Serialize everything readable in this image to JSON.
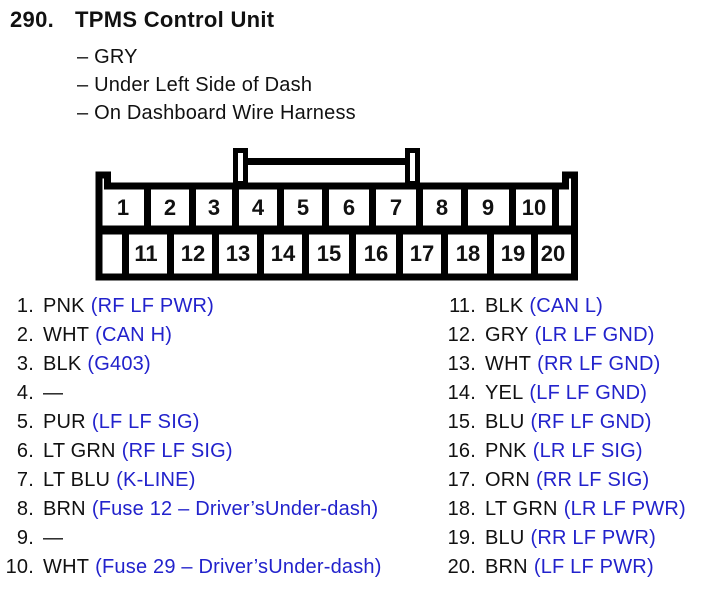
{
  "header": {
    "section_number": "290.",
    "title": "TPMS Control Unit",
    "bullets": [
      "– GRY",
      "– Under Left Side of Dash",
      "– On Dashboard Wire Harness"
    ]
  },
  "connector": {
    "description": "20-pin connector, pins 1-10 top row, 11-20 bottom row",
    "top_row": [
      "1",
      "2",
      "3",
      "4",
      "5",
      "6",
      "7",
      "8",
      "9",
      "10"
    ],
    "bottom_row": [
      "11",
      "12",
      "13",
      "14",
      "15",
      "16",
      "17",
      "18",
      "19",
      "20"
    ]
  },
  "pins": {
    "left": [
      {
        "num": "1.",
        "color": "PNK",
        "signal": "(RF LF PWR)"
      },
      {
        "num": "2.",
        "color": "WHT",
        "signal": "(CAN H)"
      },
      {
        "num": "3.",
        "color": "BLK",
        "signal": "(G403)"
      },
      {
        "num": "4.",
        "color": "—",
        "signal": ""
      },
      {
        "num": "5.",
        "color": "PUR",
        "signal": "(LF LF SIG)"
      },
      {
        "num": "6.",
        "color": "LT GRN",
        "signal": "(RF LF SIG)"
      },
      {
        "num": "7.",
        "color": "LT BLU",
        "signal": "(K-LINE)"
      },
      {
        "num": "8.",
        "color": "BRN",
        "signal": "(Fuse 12 – Driver’sUnder-dash)"
      },
      {
        "num": "9.",
        "color": "—",
        "signal": ""
      },
      {
        "num": "10.",
        "color": "WHT",
        "signal": "(Fuse 29 – Driver’sUnder-dash)"
      }
    ],
    "right": [
      {
        "num": "11.",
        "color": "BLK",
        "signal": "(CAN L)"
      },
      {
        "num": "12.",
        "color": "GRY",
        "signal": "(LR LF GND)"
      },
      {
        "num": "13.",
        "color": "WHT",
        "signal": "(RR LF GND)"
      },
      {
        "num": "14.",
        "color": "YEL",
        "signal": "(LF LF GND)"
      },
      {
        "num": "15.",
        "color": "BLU",
        "signal": "(RF LF GND)"
      },
      {
        "num": "16.",
        "color": "PNK",
        "signal": "(LR LF SIG)"
      },
      {
        "num": "17.",
        "color": "ORN",
        "signal": "(RR LF SIG)"
      },
      {
        "num": "18.",
        "color": "LT GRN",
        "signal": "(LR LF PWR)"
      },
      {
        "num": "19.",
        "color": "BLU",
        "signal": "(RR LF PWR)"
      },
      {
        "num": "20.",
        "color": "BRN",
        "signal": "(LF LF PWR)"
      }
    ]
  },
  "colors": {
    "text": "#111111",
    "signal_blue": "#2222cc",
    "outline": "#000000",
    "background": "#ffffff"
  }
}
